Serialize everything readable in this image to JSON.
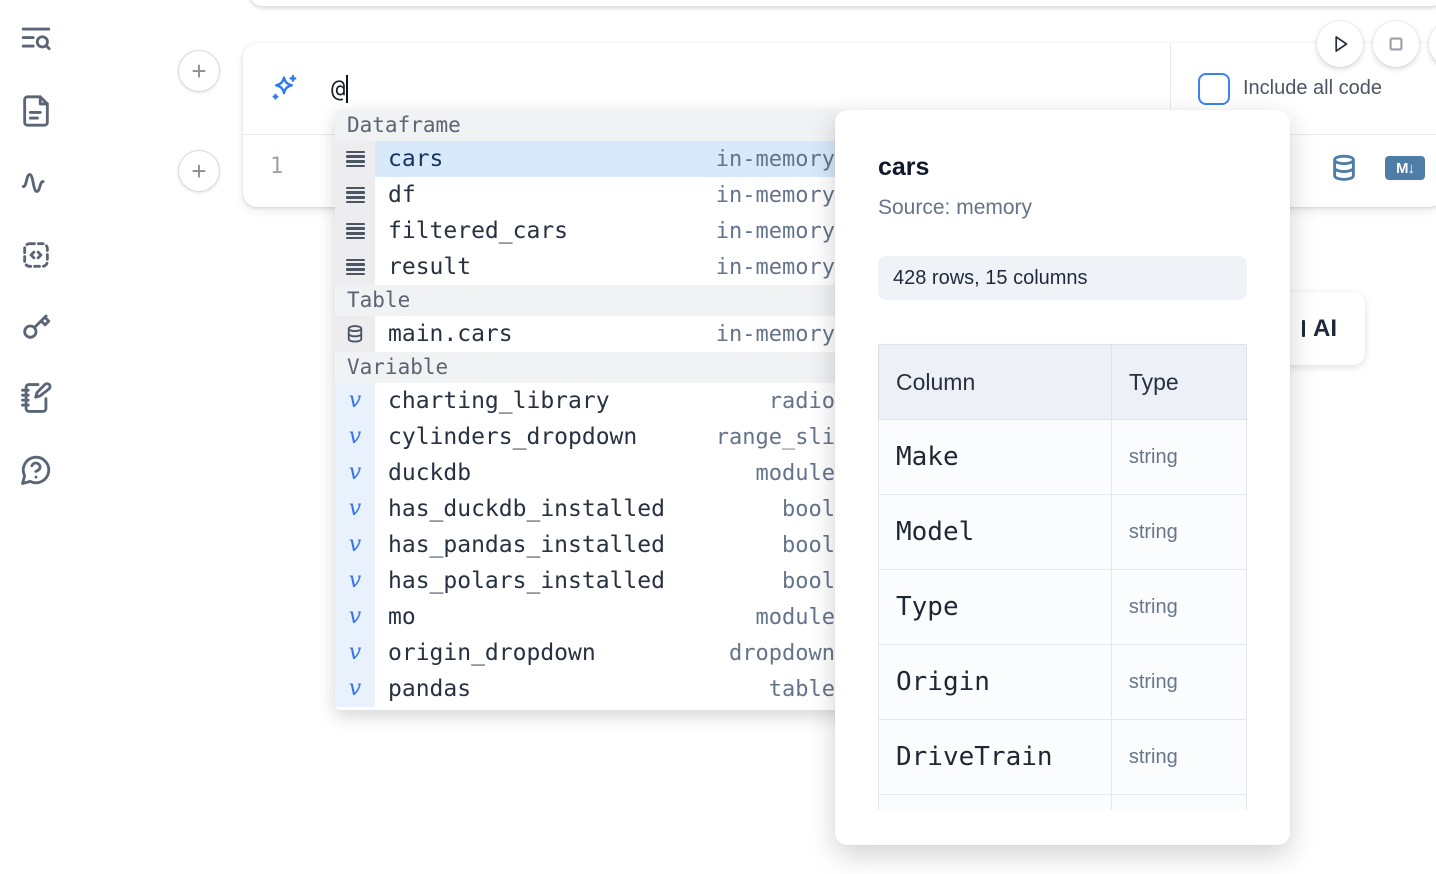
{
  "sidebar": {
    "icons": [
      "list-search",
      "file-document",
      "activity",
      "code-cell",
      "key",
      "scratchpad",
      "help-chat"
    ]
  },
  "run_controls": {
    "play_icon": "play",
    "stop_icon": "stop"
  },
  "ai_cell": {
    "prompt_value": "@",
    "include_all_code": {
      "label": "Include all code",
      "checked": false
    },
    "line_number": "1",
    "database_icon": "database",
    "markdown_icon_label": "M↓"
  },
  "ai_button": {
    "label": "AI"
  },
  "autocomplete": {
    "sections": [
      {
        "label": "Dataframe",
        "kind": "dataframe",
        "icon": "dataframe-rows-icon",
        "items": [
          {
            "name": "cars",
            "type": "in-memory",
            "selected": true
          },
          {
            "name": "df",
            "type": "in-memory"
          },
          {
            "name": "filtered_cars",
            "type": "in-memory"
          },
          {
            "name": "result",
            "type": "in-memory"
          }
        ]
      },
      {
        "label": "Table",
        "kind": "table",
        "icon": "database-icon",
        "items": [
          {
            "name": "main.cars",
            "type": "in-memory"
          }
        ]
      },
      {
        "label": "Variable",
        "kind": "variable",
        "icon": "variable-icon",
        "items": [
          {
            "name": "charting_library",
            "type": "radio"
          },
          {
            "name": "cylinders_dropdown",
            "type": "range_sli"
          },
          {
            "name": "duckdb",
            "type": "module"
          },
          {
            "name": "has_duckdb_installed",
            "type": "bool"
          },
          {
            "name": "has_pandas_installed",
            "type": "bool"
          },
          {
            "name": "has_polars_installed",
            "type": "bool"
          },
          {
            "name": "mo",
            "type": "module"
          },
          {
            "name": "origin_dropdown",
            "type": "dropdown"
          },
          {
            "name": "pandas",
            "type": "table"
          }
        ]
      }
    ]
  },
  "preview": {
    "title": "cars",
    "source": "Source: memory",
    "shape_badge": "428 rows, 15 columns",
    "table": {
      "headers": [
        "Column",
        "Type"
      ],
      "rows": [
        [
          "Make",
          "string"
        ],
        [
          "Model",
          "string"
        ],
        [
          "Type",
          "string"
        ],
        [
          "Origin",
          "string"
        ],
        [
          "DriveTrain",
          "string"
        ]
      ]
    }
  },
  "colors": {
    "accent": "#3b82f6",
    "steel_blue": "#4e7ea8",
    "selection_bg": "#d8e9fb"
  }
}
